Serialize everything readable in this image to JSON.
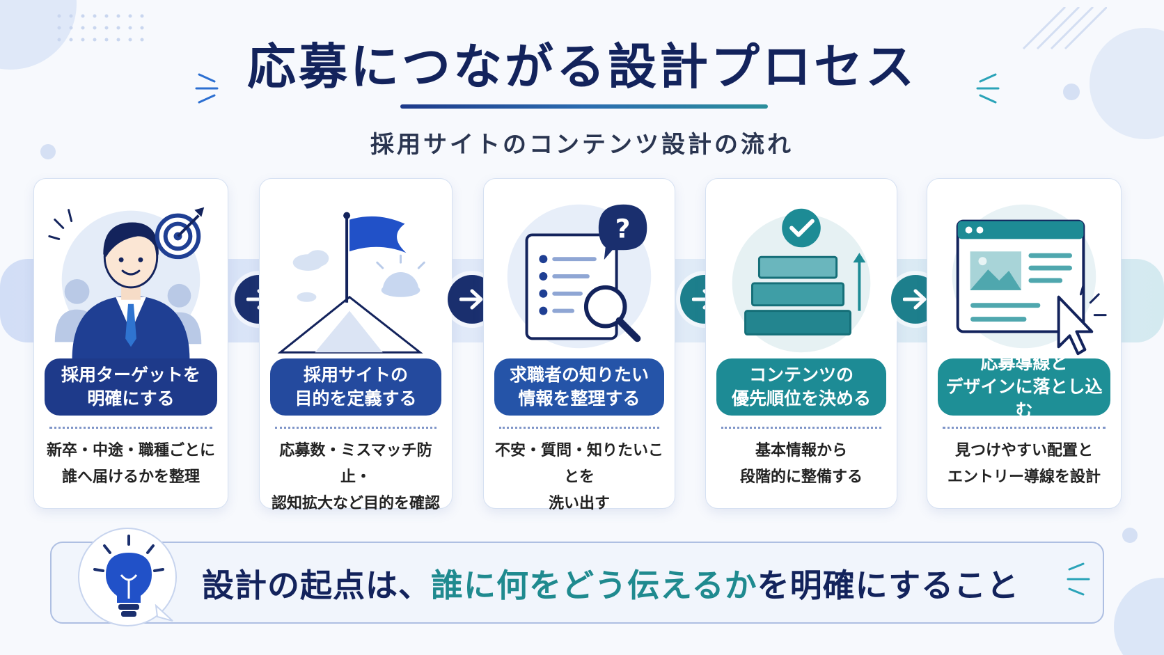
{
  "title": "応募につながる設計プロセス",
  "subtitle": "採用サイトのコンテンツ設計の流れ",
  "colors": {
    "navy": "#13235c",
    "step1": "#1e3a8a",
    "step2": "#244a9e",
    "step3": "#2554a8",
    "step4": "#1d8b95",
    "step5": "#1e8f96",
    "teal_highlight": "#1f8a8f"
  },
  "steps": [
    {
      "icon": "businessman-target-icon",
      "label_line1": "採用ターゲットを",
      "label_line2": "明確にする",
      "desc_line1": "新卒・中途・職種ごとに",
      "desc_line2": "誰へ届けるかを整理"
    },
    {
      "icon": "mountain-flag-icon",
      "label_line1": "採用サイトの",
      "label_line2": "目的を定義する",
      "desc_line1": "応募数・ミスマッチ防止・",
      "desc_line2": "認知拡大など目的を確認"
    },
    {
      "icon": "checklist-magnifier-icon",
      "label_line1": "求職者の知りたい",
      "label_line2": "情報を整理する",
      "desc_line1": "不安・質問・知りたいことを",
      "desc_line2": "洗い出す"
    },
    {
      "icon": "priority-stack-icon",
      "label_line1": "コンテンツの",
      "label_line2": "優先順位を決める",
      "desc_line1": "基本情報から",
      "desc_line2": "段階的に整備する"
    },
    {
      "icon": "browser-cursor-icon",
      "label_line1": "応募導線と",
      "label_line2": "デザインに落とし込む",
      "desc_line1": "見つけやすい配置と",
      "desc_line2": "エントリー導線を設計"
    }
  ],
  "bottom": {
    "part1": "設計の起点は、",
    "highlight": "誰に何をどう伝えるか",
    "part2": "を明確にすること"
  }
}
